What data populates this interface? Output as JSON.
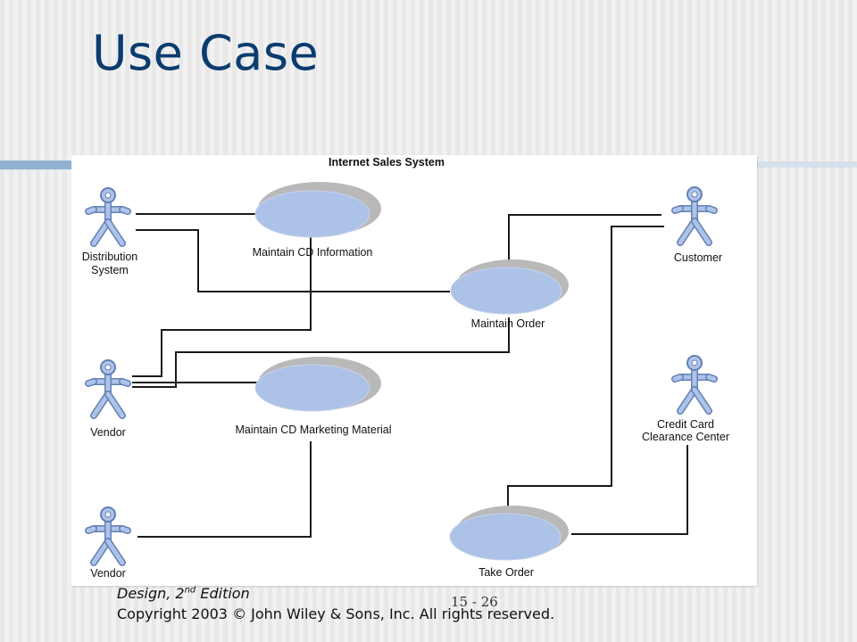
{
  "slide": {
    "title": "Use Case",
    "footer": {
      "edition_prefix": "Design, 2",
      "edition_sup": "nd",
      "edition_suffix": " Edition",
      "page_number": "15 - 26",
      "copyright": "Copyright 2003 © John Wiley & Sons, Inc.  All rights reserved."
    }
  },
  "diagram": {
    "system_name": "Internet Sales System",
    "actors": [
      {
        "id": "distribution-system",
        "label_lines": [
          "Distribution",
          "System"
        ]
      },
      {
        "id": "vendor-1",
        "label_lines": [
          "Vendor"
        ]
      },
      {
        "id": "vendor-2",
        "label_lines": [
          "Vendor"
        ]
      },
      {
        "id": "customer",
        "label_lines": [
          "Customer"
        ]
      },
      {
        "id": "credit-card-center",
        "label_lines": [
          "Credit Card",
          "Clearance Center"
        ]
      }
    ],
    "use_cases": [
      {
        "id": "maintain-cd-information",
        "label": "Maintain CD Information"
      },
      {
        "id": "maintain-order",
        "label": "Maintain Order"
      },
      {
        "id": "maintain-cd-marketing-material",
        "label": "Maintain CD Marketing Material"
      },
      {
        "id": "take-order",
        "label": "Take Order"
      }
    ],
    "colors": {
      "actor_fill": "#aec3e9",
      "actor_stroke": "#6480b4",
      "use_case_fill": "#adc2e7",
      "use_case_shadow": "#b9b9b9",
      "line": "#1a1a1a"
    }
  }
}
